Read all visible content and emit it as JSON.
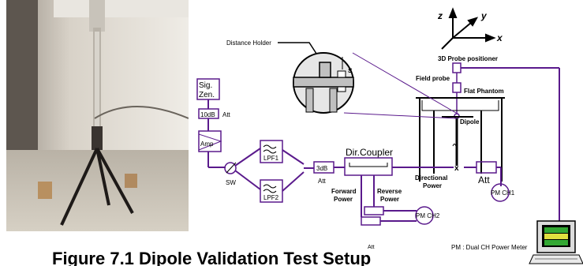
{
  "labels": {
    "axis_z": "z",
    "axis_y": "y",
    "axis_x": "x",
    "probe_positioner": "3D Probe positioner",
    "distance_holder": "Distance Holder",
    "s": "s",
    "field_probe": "Field probe",
    "flat_phantom": "Flat Phantom",
    "dipole": "Dipole",
    "sig_gen_line1": "Sig.",
    "sig_gen_line2": "Zen.",
    "att_10db": "10dB",
    "att_label": "Att",
    "amp": "Amp",
    "sw": "SW",
    "lpf1": "LPF1",
    "lpf2": "LPF2",
    "att_3db": "3dB",
    "att_3db_label": "Att",
    "dir_coupler": "Dir.Coupler",
    "forward_line1": "Forward",
    "forward_line2": "Power",
    "reverse_line1": "Reverse",
    "reverse_line2": "Power",
    "directional_line1": "Directional",
    "directional_line2": "Power",
    "att_right": "Att",
    "pm_ch1": "PM CH1",
    "pm_ch2": "PM CH2",
    "x_mark": "x",
    "att_bottom": "Att",
    "pm_note": "PM : Dual CH Power Meter"
  },
  "caption": "Figure 7.1 Dipole Validation Test Setup",
  "colors": {
    "line": "#5a1a8c",
    "screen_green": "#33a833",
    "screen_yellow": "#e0e040"
  }
}
